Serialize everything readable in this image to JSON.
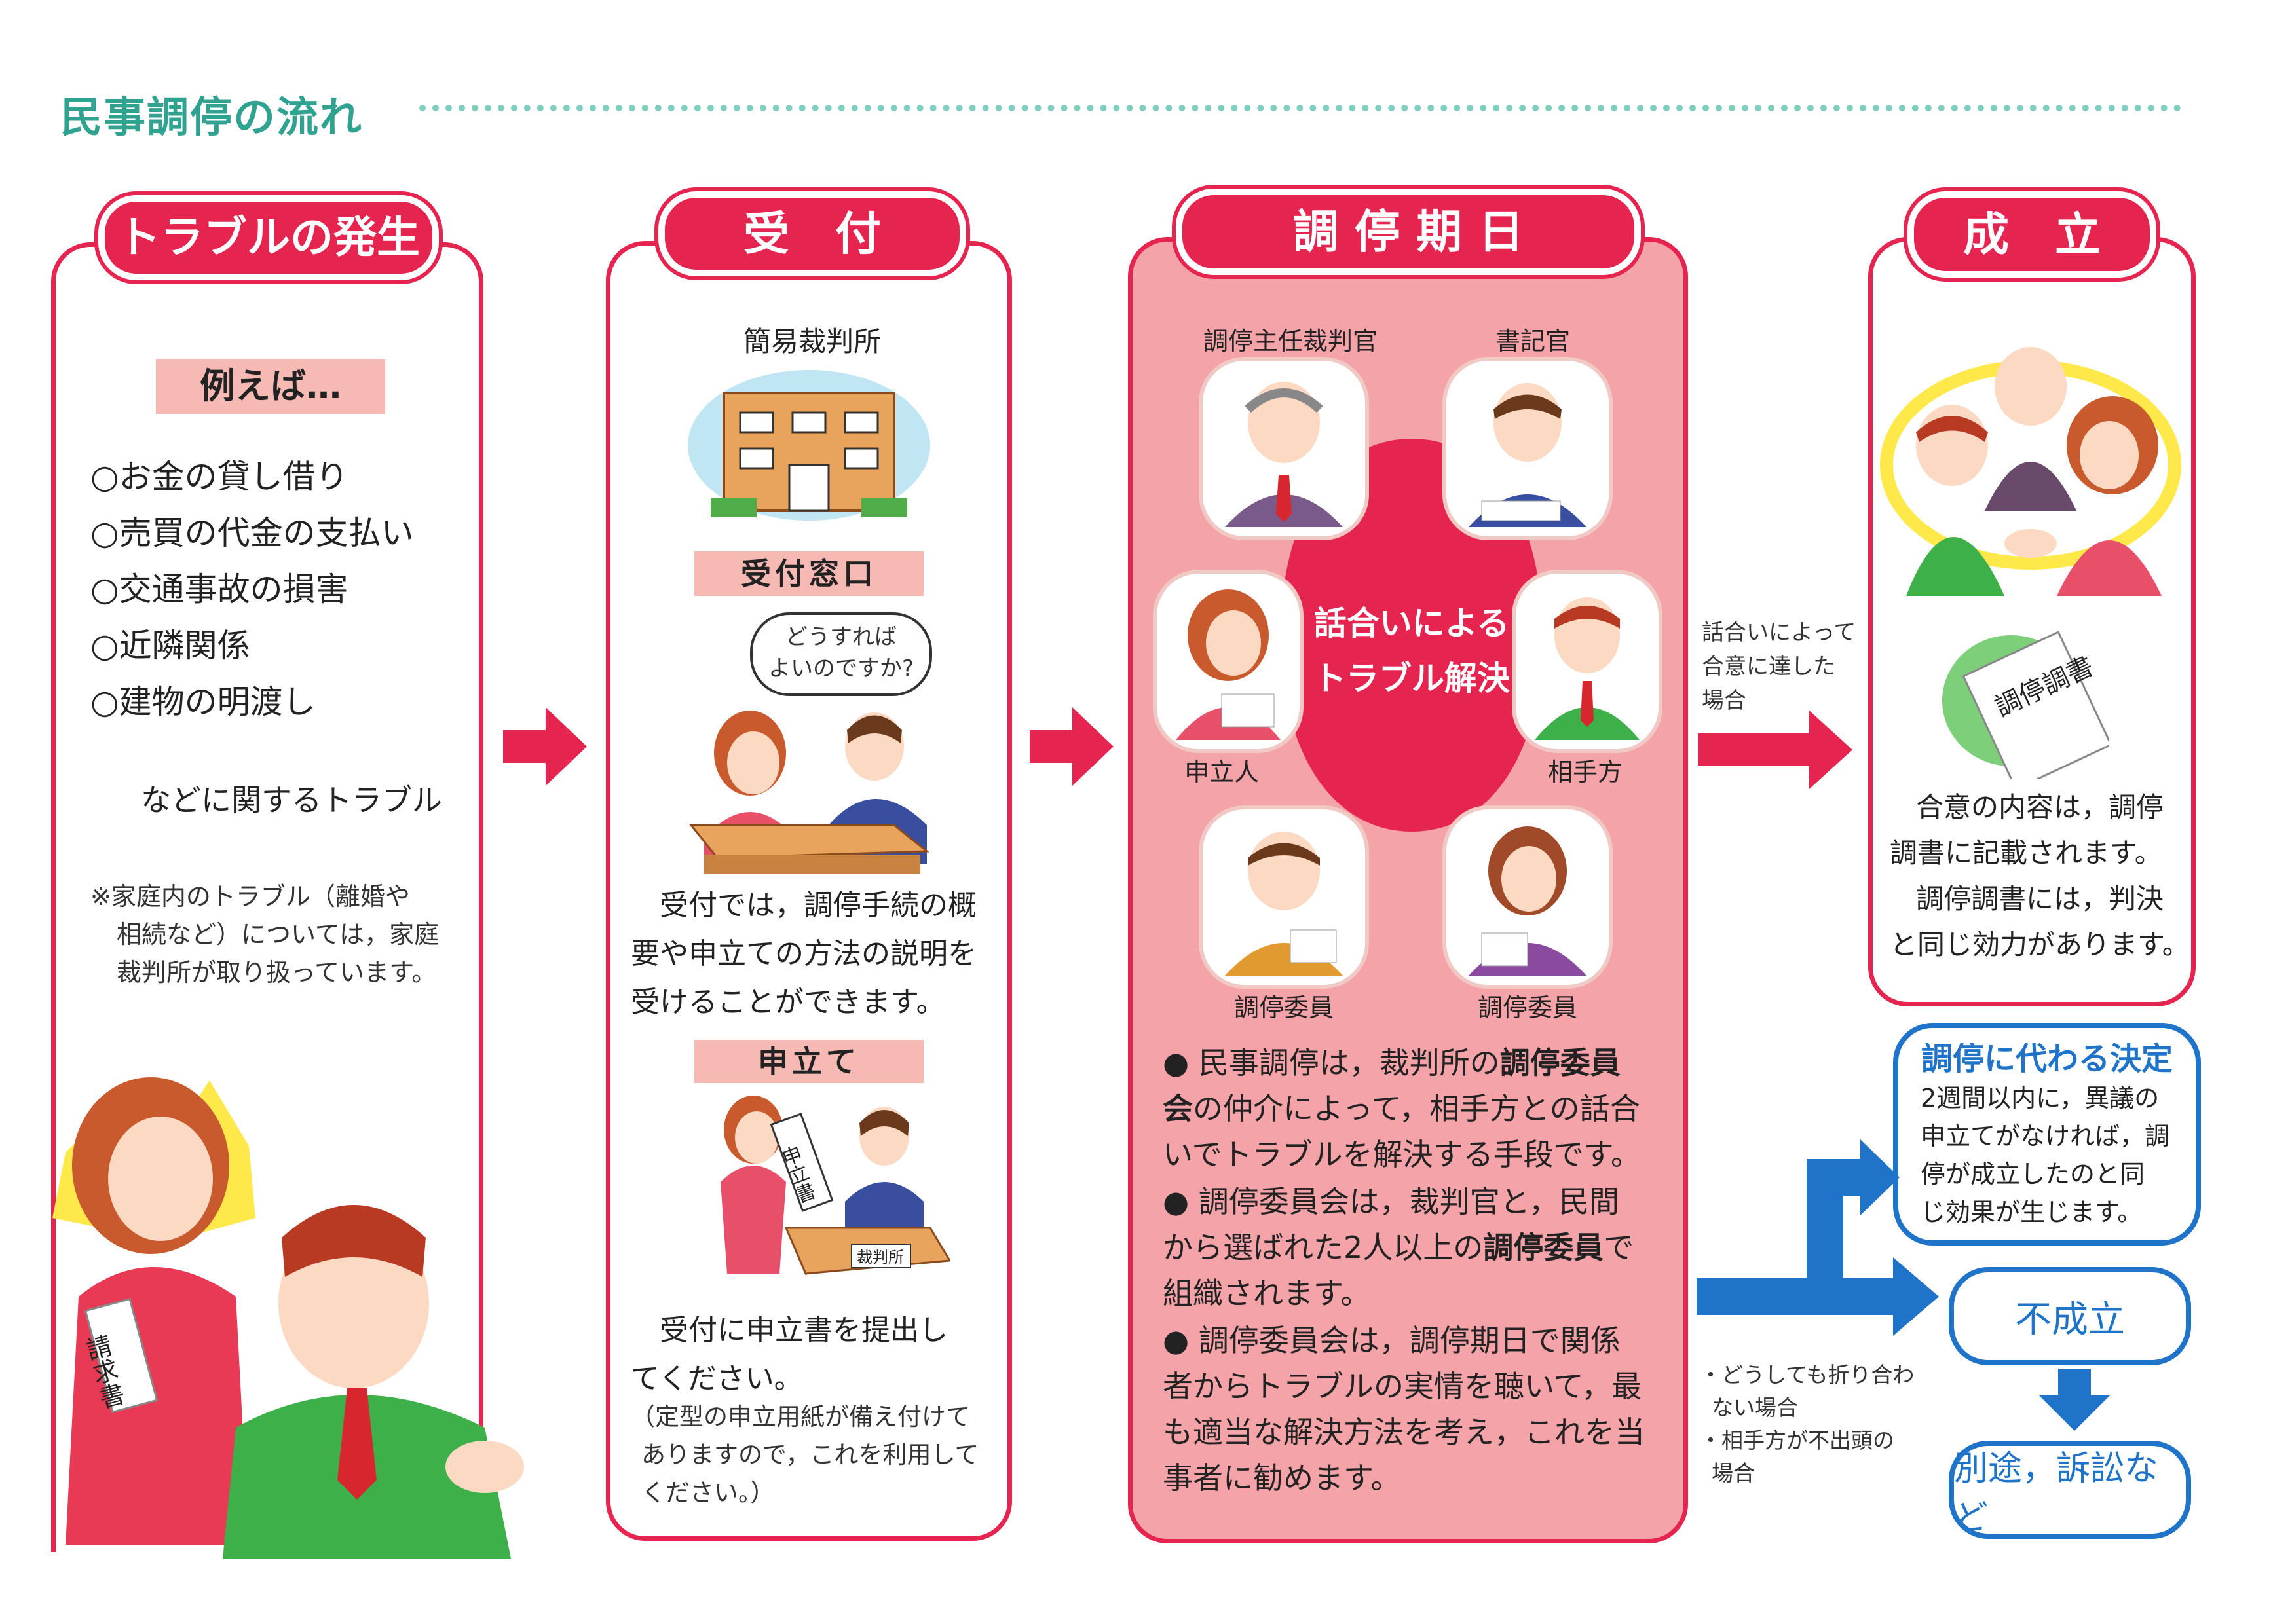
{
  "title": "民事調停の流れ",
  "stage1": {
    "heading": "トラブルの発生",
    "example_label": "例えば…",
    "items": [
      "○お金の貸し借り",
      "○売買の代金の支払い",
      "○交通事故の損害",
      "○近隣関係",
      "○建物の明渡し"
    ],
    "summary": "などに関するトラブル",
    "note_lines": [
      "※家庭内のトラブル（離婚や",
      "相続など）については，家庭",
      "裁判所が取り扱っています。"
    ],
    "doc_label": "請求書"
  },
  "stage2": {
    "heading": "受　付",
    "court_label": "簡易裁判所",
    "window_label": "受付窓口",
    "speech": [
      "どうすれば",
      "よいのですか?"
    ],
    "desc_lines": [
      "受付では，調停手続の概",
      "要や申立ての方法の説明を",
      "受けることができます。"
    ],
    "filing_label": "申立て",
    "desk_sign": "裁判所",
    "paper_label": "申立書",
    "filing_lines": [
      "受付に申立書を提出し",
      "てください。"
    ],
    "filing_note": [
      "（定型の申立用紙が備え付けて",
      "ありますので，これを利用して",
      "ください。）"
    ]
  },
  "stage3": {
    "heading": "調 停 期 日",
    "roles": {
      "judge": "調停主任裁判官",
      "clerk": "書記官",
      "applicant": "申立人",
      "respondent": "相手方",
      "member1": "調停委員",
      "member2": "調停委員"
    },
    "center": [
      "話合いによる",
      "トラブル解決"
    ],
    "bullets": [
      [
        "民事調停は，裁判所の",
        "調停委員会",
        "の仲介によって，相手方との話合いでトラブルを解決する手段です。"
      ],
      [
        "調停委員会は，裁判官と，民間から選ばれた2人以上の",
        "調停委員",
        "で組織されます。"
      ],
      [
        "調停委員会は，調停期日で関係者からトラブルの実情を聴いて，最も適当な解決方法を考え，これを当事者に勧めます。",
        "",
        ""
      ]
    ]
  },
  "connector_note": [
    "話合いによって",
    "合意に達した",
    "場合"
  ],
  "stage4": {
    "heading": "成　立",
    "doc_label": "調停調書",
    "desc_lines": [
      "合意の内容は，調停",
      "調書に記載されます。",
      "調停調書には，判決",
      "と同じ効力があります。"
    ]
  },
  "alt_decision": {
    "title": "調停に代わる決定",
    "lines": [
      "2週間以内に，異議の",
      "申立てがなければ，調",
      "停が成立したのと同",
      "じ効果が生じます。"
    ]
  },
  "failure": {
    "label": "不成立"
  },
  "failure_notes": [
    "・どうしても折り合わ",
    "ない場合",
    "・相手方が不出頭の",
    "場合"
  ],
  "lawsuit": {
    "label": "別途，訴訟など"
  },
  "colors": {
    "accent": "#e5244f",
    "pink_fill": "#f4a3a8",
    "band": "#f6b9b3",
    "blue": "#1f73c8",
    "title_green": "#2fa38f"
  }
}
